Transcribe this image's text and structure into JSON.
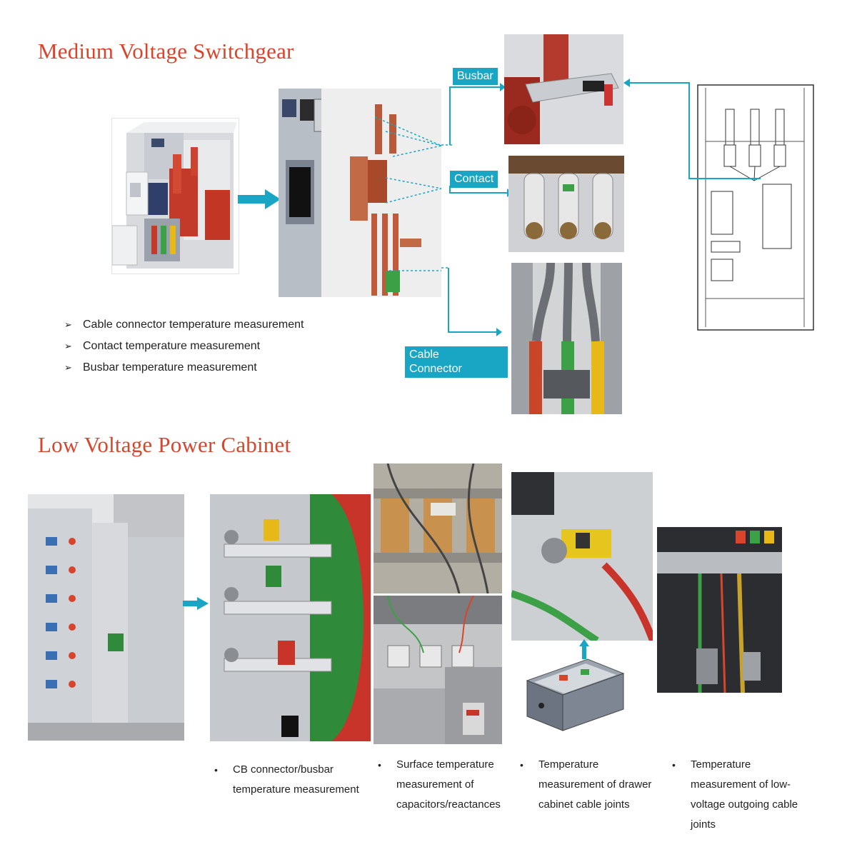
{
  "titles": {
    "medium": "Medium Voltage Switchgear",
    "low": "Low Voltage Power Cabinet"
  },
  "mv": {
    "tags": {
      "busbar": "Busbar",
      "contact": "Contact",
      "cable_line1": "Cable",
      "cable_line2": "Connector"
    },
    "bullets": [
      "Cable connector temperature measurement",
      "Contact temperature measurement",
      "Busbar temperature measurement"
    ],
    "bullet_glyph": "➢"
  },
  "lv": {
    "bullet_glyph": "•",
    "captions": [
      {
        "lines": [
          "CB connector/busbar",
          "temperature measurement"
        ]
      },
      {
        "lines": [
          "Surface temperature",
          "measurement of",
          "capacitors/reactances"
        ]
      },
      {
        "lines": [
          "Temperature",
          "measurement of drawer",
          "cabinet cable joints"
        ]
      },
      {
        "lines": [
          "Temperature",
          "measurement of low-",
          "voltage outgoing cable",
          "joints"
        ]
      }
    ]
  },
  "colors": {
    "title": "#d9452c",
    "accent": "#19a6c4",
    "phase_red": "#c8452a",
    "phase_green": "#3ba046",
    "phase_yellow": "#e6b818"
  }
}
